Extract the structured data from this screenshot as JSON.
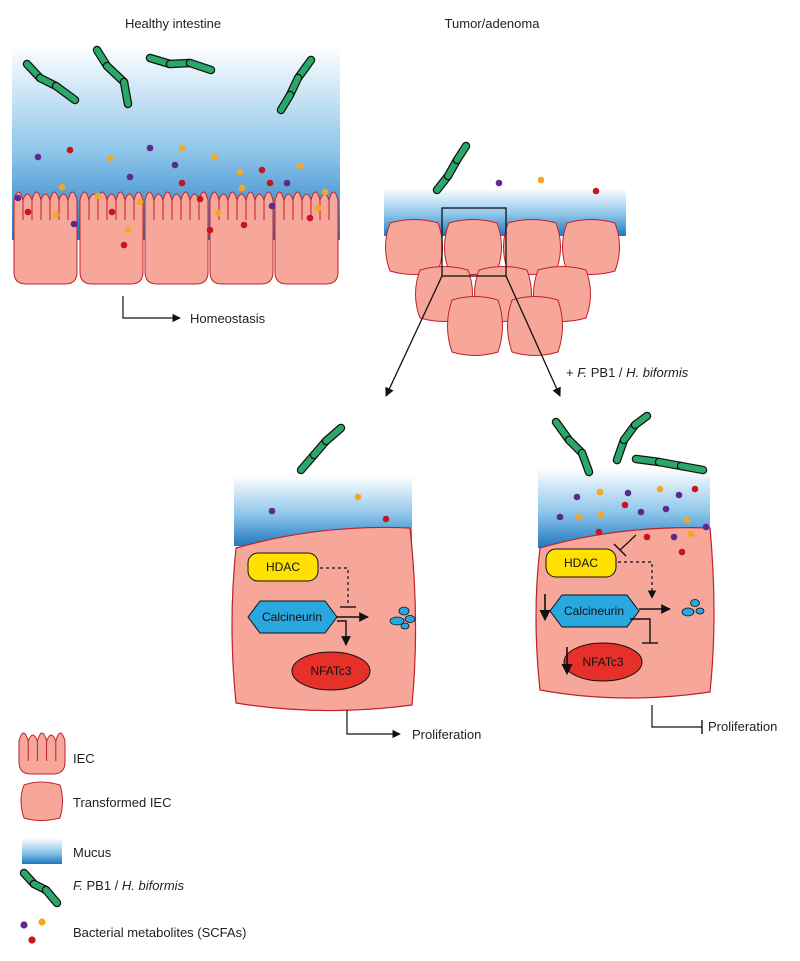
{
  "panels": {
    "healthy": {
      "title": "Healthy intestine",
      "outcome": "Homeostasis"
    },
    "tumor": {
      "title": "Tumor/adenoma",
      "treatment_prefix": "+ ",
      "treatment_italic_1": "F.",
      "treatment_mid": " PB1 / ",
      "treatment_italic_2": "H. biformis"
    },
    "untreated_cell": {
      "hdac": "HDAC",
      "calcineurin": "Calcineurin",
      "nfat": "NFATc3",
      "outcome": "Proliferation"
    },
    "treated_cell": {
      "hdac": "HDAC",
      "calcineurin": "Calcineurin",
      "nfat": "NFATc3",
      "outcome": "Proliferation"
    }
  },
  "legend": {
    "iec": "IEC",
    "transformed": "Transformed IEC",
    "mucus": "Mucus",
    "bacteria_italic_1": "F.",
    "bacteria_mid": " PB1 / ",
    "bacteria_italic_2": "H. biformis",
    "metabolites": "Bacterial metabolites (SCFAs)"
  },
  "colors": {
    "cell_fill": "#f6a79a",
    "cell_stroke": "#c0202a",
    "bacteria": "#2aa86a",
    "hdac": "#ffe000",
    "calcineurin": "#29a8e0",
    "nfat": "#e8302a",
    "dot_purple": "#5a2a91",
    "dot_orange": "#f5a623",
    "dot_red": "#c4161c"
  }
}
